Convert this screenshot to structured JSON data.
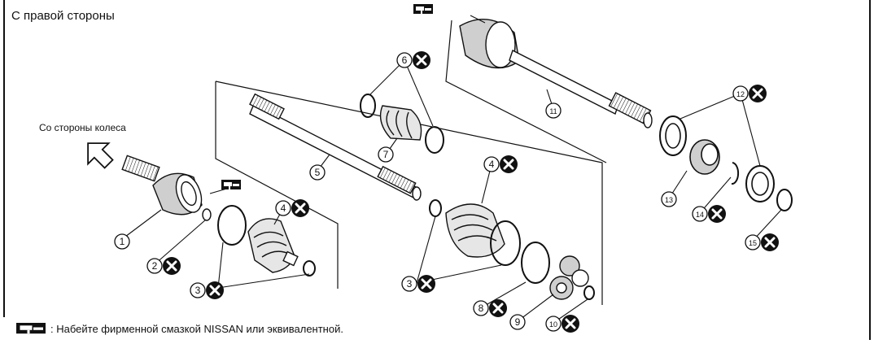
{
  "title": "С правой стороны",
  "wheel_side_label": "Со стороны колеса",
  "legend_text": ": Набейте фирменной смазкой NISSAN или эквивалентной.",
  "callouts": [
    {
      "id": "c1",
      "number": "1",
      "replace": false
    },
    {
      "id": "c2",
      "number": "2",
      "replace": true
    },
    {
      "id": "c3a",
      "number": "3",
      "replace": true
    },
    {
      "id": "c3b",
      "number": "3",
      "replace": true
    },
    {
      "id": "c4a",
      "number": "4",
      "replace": true
    },
    {
      "id": "c4b",
      "number": "4",
      "replace": true
    },
    {
      "id": "c5",
      "number": "5",
      "replace": false
    },
    {
      "id": "c6",
      "number": "6",
      "replace": true
    },
    {
      "id": "c7",
      "number": "7",
      "replace": false
    },
    {
      "id": "c8",
      "number": "8",
      "replace": true
    },
    {
      "id": "c9",
      "number": "9",
      "replace": false
    },
    {
      "id": "c10",
      "number": "10",
      "replace": true
    },
    {
      "id": "c11",
      "number": "11",
      "replace": false
    },
    {
      "id": "c12",
      "number": "12",
      "replace": true
    },
    {
      "id": "c13",
      "number": "13",
      "replace": false
    },
    {
      "id": "c14",
      "number": "14",
      "replace": true
    },
    {
      "id": "c15",
      "number": "15",
      "replace": true
    }
  ],
  "icons": {
    "replace": "x-circle-icon",
    "grease": "grease-gun-icon",
    "direction": "arrow-up-left-icon"
  },
  "colors": {
    "ink": "#111111",
    "paper": "#ffffff",
    "shade": "#cfcfcf"
  }
}
